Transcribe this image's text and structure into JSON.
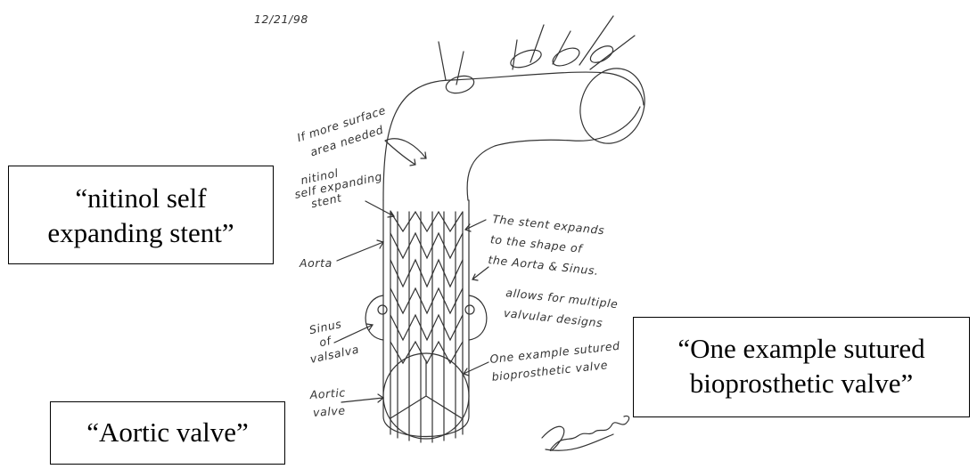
{
  "date": "12/21/98",
  "boxes": {
    "nitinol_line1": "“nitinol self",
    "nitinol_line2": "expanding stent”",
    "aortic": "“Aortic valve”",
    "valve_line1": "“One example sutured",
    "valve_line2": "bioprosthetic valve”"
  },
  "notes": {
    "surface": [
      "If more surface",
      "area needed"
    ],
    "nitinol": [
      "nitinol",
      "self expanding",
      "stent"
    ],
    "aorta": "Aorta",
    "expands": [
      "The stent expands",
      "to the shape of",
      "the Aorta & Sinus."
    ],
    "allows": [
      "allows for multiple",
      "valvular designs"
    ],
    "sinus": [
      "Sinus",
      "of",
      "valsalva"
    ],
    "example": [
      "One example sutured",
      "bioprosthetic valve"
    ],
    "aortic_valve": [
      "Aortic",
      "valve"
    ]
  },
  "colors": {
    "ink": "#333333",
    "box_border": "#000000"
  }
}
